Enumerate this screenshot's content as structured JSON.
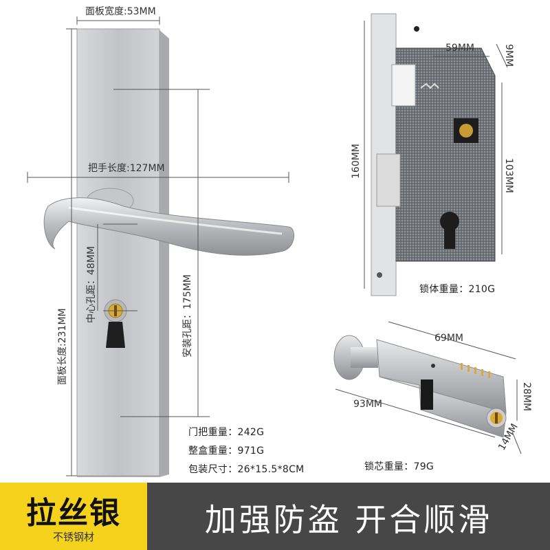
{
  "dimensions": {
    "panel_width": "面板宽度:53MM",
    "handle_length": "把手长度:127MM",
    "center_hole_distance": "中心孔距：48MM",
    "install_hole_distance": "安装孔距：175MM",
    "panel_length": "面板长度:231MM",
    "lock_body_width": "59MM",
    "lock_body_depth": "9MM",
    "lock_body_height": "160MM",
    "lock_body_inner": "103MM",
    "cylinder_top": "69MM",
    "cylinder_length": "93MM",
    "cylinder_height": "28MM",
    "cylinder_width": "14MM"
  },
  "specs": {
    "lock_body_weight": "锁体重量：210G",
    "handle_weight": "门把重量：242G",
    "box_weight": "整盒重量：971G",
    "package_size": "包装尺寸：26*15.5*8CM",
    "core_weight": "锁芯重量：79G"
  },
  "banner": {
    "badge_title": "拉丝银",
    "badge_subtitle": "不锈钢材",
    "slogan": "加强防盗  开合顺滑"
  },
  "colors": {
    "badge_yellow": "#f5d21c",
    "slogan_gray": "#474747",
    "steel": "#c9cacc",
    "brass": "#d9a93a"
  }
}
